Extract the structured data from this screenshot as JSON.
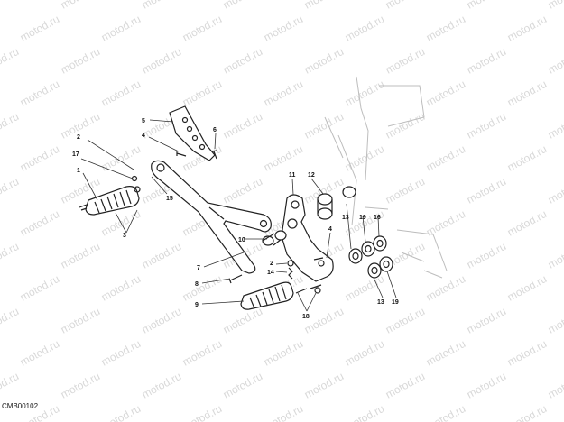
{
  "watermark": "motod.ru",
  "drawing_code": "CMB00102",
  "callouts": [
    {
      "id": "c1",
      "label": "1"
    },
    {
      "id": "c2",
      "label": "2"
    },
    {
      "id": "c17",
      "label": "17"
    },
    {
      "id": "c3",
      "label": "3"
    },
    {
      "id": "c15",
      "label": "15"
    },
    {
      "id": "c5",
      "label": "5"
    },
    {
      "id": "c4a",
      "label": "4"
    },
    {
      "id": "c6",
      "label": "6"
    },
    {
      "id": "c11",
      "label": "11"
    },
    {
      "id": "c12",
      "label": "12"
    },
    {
      "id": "c10",
      "label": "10"
    },
    {
      "id": "c7",
      "label": "7"
    },
    {
      "id": "c8",
      "label": "8"
    },
    {
      "id": "c9",
      "label": "9"
    },
    {
      "id": "c2b",
      "label": "2"
    },
    {
      "id": "c14",
      "label": "14"
    },
    {
      "id": "c4b",
      "label": "4"
    },
    {
      "id": "c18",
      "label": "18"
    },
    {
      "id": "c13a",
      "label": "13"
    },
    {
      "id": "c19a",
      "label": "19"
    },
    {
      "id": "c16",
      "label": "16"
    },
    {
      "id": "c13b",
      "label": "13"
    },
    {
      "id": "c19b",
      "label": "19"
    }
  ]
}
